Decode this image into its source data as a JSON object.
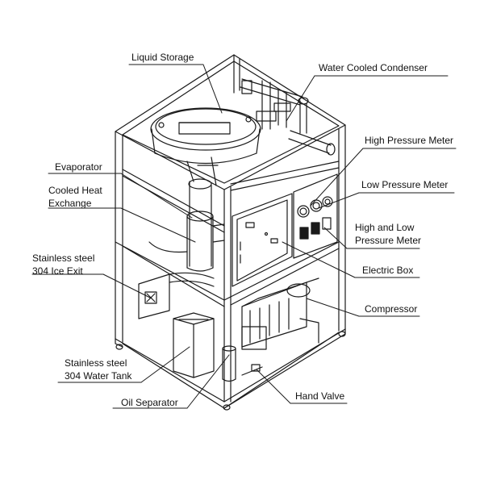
{
  "diagram": {
    "labels": {
      "liquid_storage": "Liquid Storage",
      "water_cooled_condenser": "Water Cooled Condenser",
      "high_pressure_meter": "High Pressure Meter",
      "low_pressure_meter": "Low Pressure Meter",
      "high_low_pressure_meter_line1": "High and Low",
      "high_low_pressure_meter_line2": "Pressure Meter",
      "electric_box": "Electric Box",
      "compressor": "Compressor",
      "hand_valve": "Hand Valve",
      "oil_separator": "Oil Separator",
      "water_tank_line1": "Stainless steel",
      "water_tank_line2": "304 Water Tank",
      "ice_exit_line1": "Stainless steel",
      "ice_exit_line2": "304 Ice Exit",
      "cooled_heat_exchange_line1": "Cooled Heat",
      "cooled_heat_exchange_line2": "Exchange",
      "evaporator": "Evaporator"
    },
    "colors": {
      "line": "#1a1a1a",
      "fill": "#ffffff",
      "shade": "#e6e6e6"
    }
  }
}
